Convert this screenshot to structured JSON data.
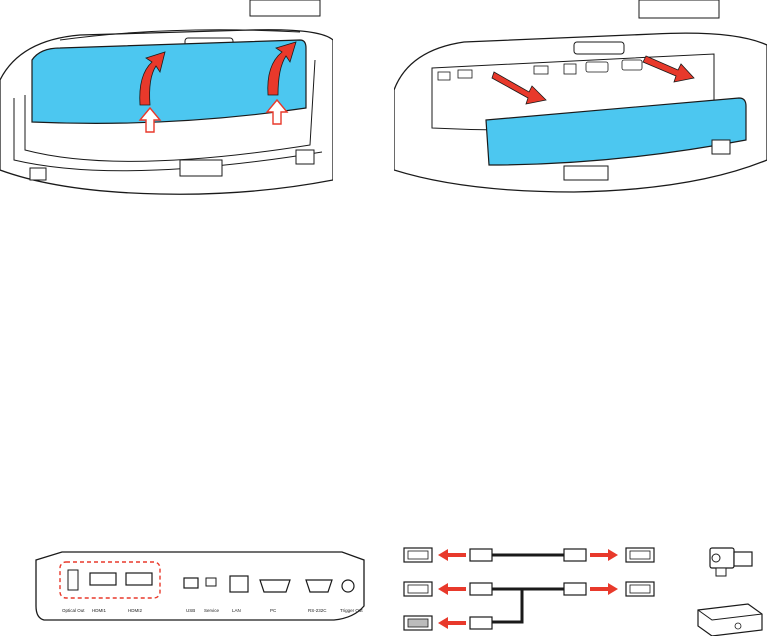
{
  "colors": {
    "cover_fill": "#4cc7f0",
    "arrow_red": "#e8392b",
    "outline": "#1a1a1a",
    "highlight_dash": "#e8392b"
  },
  "icons": {
    "top_left": [
      "lift-arrow-icon",
      "push-up-arrow-icon"
    ],
    "top_right": [
      "remove-arrow-icon"
    ],
    "bottom_right": [
      "hdmi-port-icon",
      "hdmi-plug-icon",
      "camcorder-icon",
      "av-receiver-icon"
    ]
  },
  "rear_panel": {
    "labels": [
      "Optical Out",
      "HDMI1",
      "HDMI2",
      "USB",
      "Service",
      "LAN",
      "PC",
      "RS-232C",
      "Trigger Out"
    ]
  }
}
